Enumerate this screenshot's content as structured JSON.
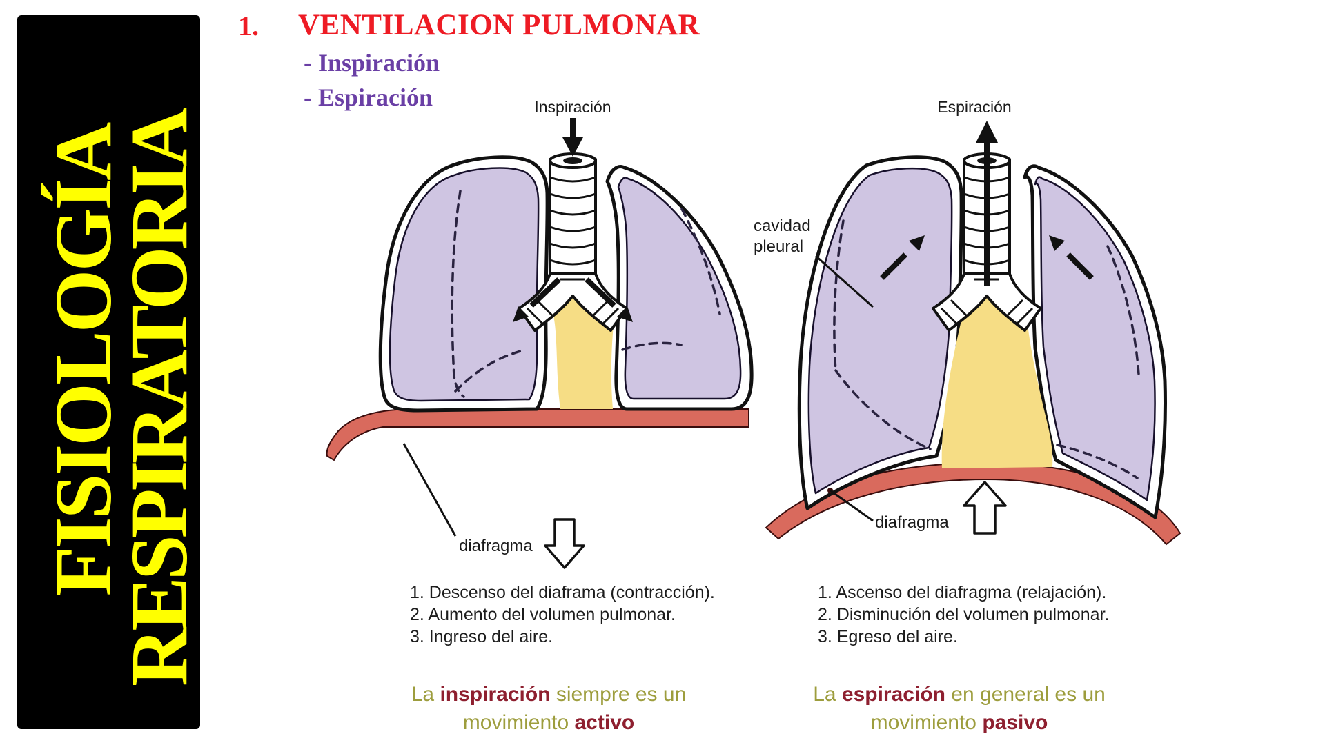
{
  "sidebar": {
    "line1": "FISIOLOGÍA",
    "line2": "RESPIRATORIA"
  },
  "heading": {
    "number": "1.",
    "title": "VENTILACION PULMONAR",
    "subitem1": "- Inspiración",
    "subitem2": "- Espiración"
  },
  "inspiracion": {
    "label": "Inspiración",
    "diaphragm_label": "diafragma",
    "steps": [
      "1. Descenso del diaframa (contracción).",
      "2. Aumento del volumen pulmonar.",
      "3. Ingreso del aire."
    ],
    "caption": {
      "pre": "La ",
      "em1": "inspiración",
      "mid": " siempre es un",
      "line2_pre": "movimiento ",
      "em2": "activo"
    }
  },
  "espiracion": {
    "label": "Espiración",
    "pleural_label_line1": "cavidad",
    "pleural_label_line2": "pleural",
    "diaphragm_label": "diafragma",
    "steps": [
      "1. Ascenso del diafragma (relajación).",
      "2. Disminución del volumen pulmonar.",
      "3. Egreso del aire."
    ],
    "caption": {
      "pre": "La ",
      "em1": "espiración",
      "mid": " en general es un",
      "line2_pre": "movimiento ",
      "em2": "pasivo"
    }
  },
  "colors": {
    "title_red": "#ee1b24",
    "purple": "#6a3fa5",
    "sidebar_yellow": "#ffff00",
    "lung_fill": "#cfc5e2",
    "mediastinum_yellow": "#f6dd85",
    "diaphragm_red": "#d96a5d",
    "caption_olive": "#9d9d3d",
    "caption_red": "#8e1f2f"
  }
}
